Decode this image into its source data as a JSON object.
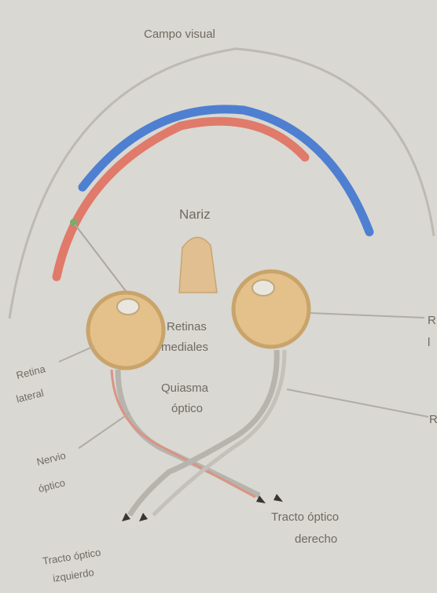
{
  "labels": {
    "campo_visual": "Campo visual",
    "nariz": "Nariz",
    "retinas_mediales_1": "Retinas",
    "retinas_mediales_2": "mediales",
    "quiasma_1": "Quiasma",
    "quiasma_2": "óptico",
    "retina_lateral_1": "Retina",
    "retina_lateral_2": "lateral",
    "nervio_1": "Nervio",
    "nervio_2": "óptico",
    "tracto_derecho_1": "Tracto óptico",
    "tracto_derecho_2": "derecho",
    "tracto_izquierdo_1": "Tracto óptico",
    "tracto_izquierdo_2": "izquierdo",
    "right_edge_1": "R",
    "right_edge_2": "l",
    "right_edge_3": "R"
  },
  "colors": {
    "background": "#d9d8d2",
    "blue_field": "#4f7fd0",
    "red_field": "#e07a6a",
    "eyeball": "#e4c08a",
    "eyeball_edge": "#c9a46a",
    "nose": "#e2bf90",
    "nerve_gray": "#b7b4ad",
    "label_text": "#6f6a62"
  }
}
